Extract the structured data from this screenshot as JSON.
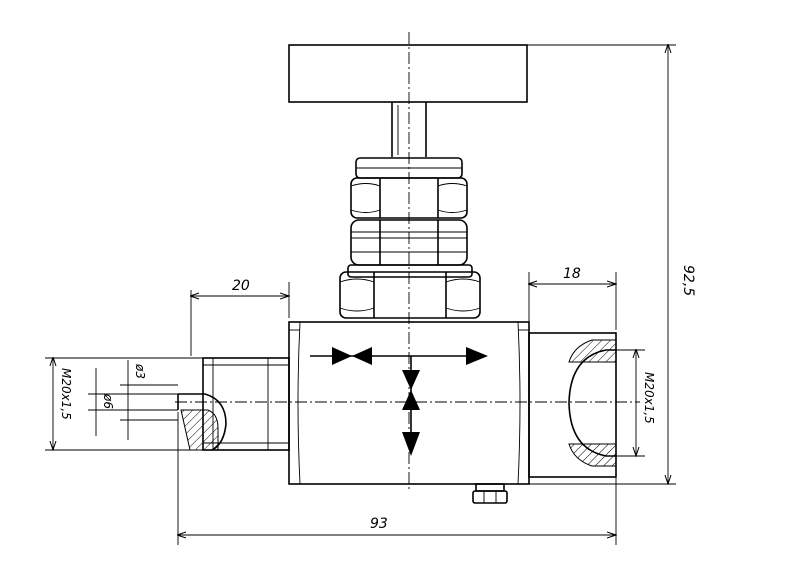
{
  "drawing": {
    "dimensions": {
      "port_length": "20",
      "outlet_length": "18",
      "total_height": "92,5",
      "total_length": "93",
      "inlet_thread": "M20x1,5",
      "outlet_thread": "M20x1,5",
      "bore_small": "ø3",
      "bore_large": "ø6"
    },
    "colors": {
      "line": "#000000",
      "background": "#ffffff"
    }
  }
}
